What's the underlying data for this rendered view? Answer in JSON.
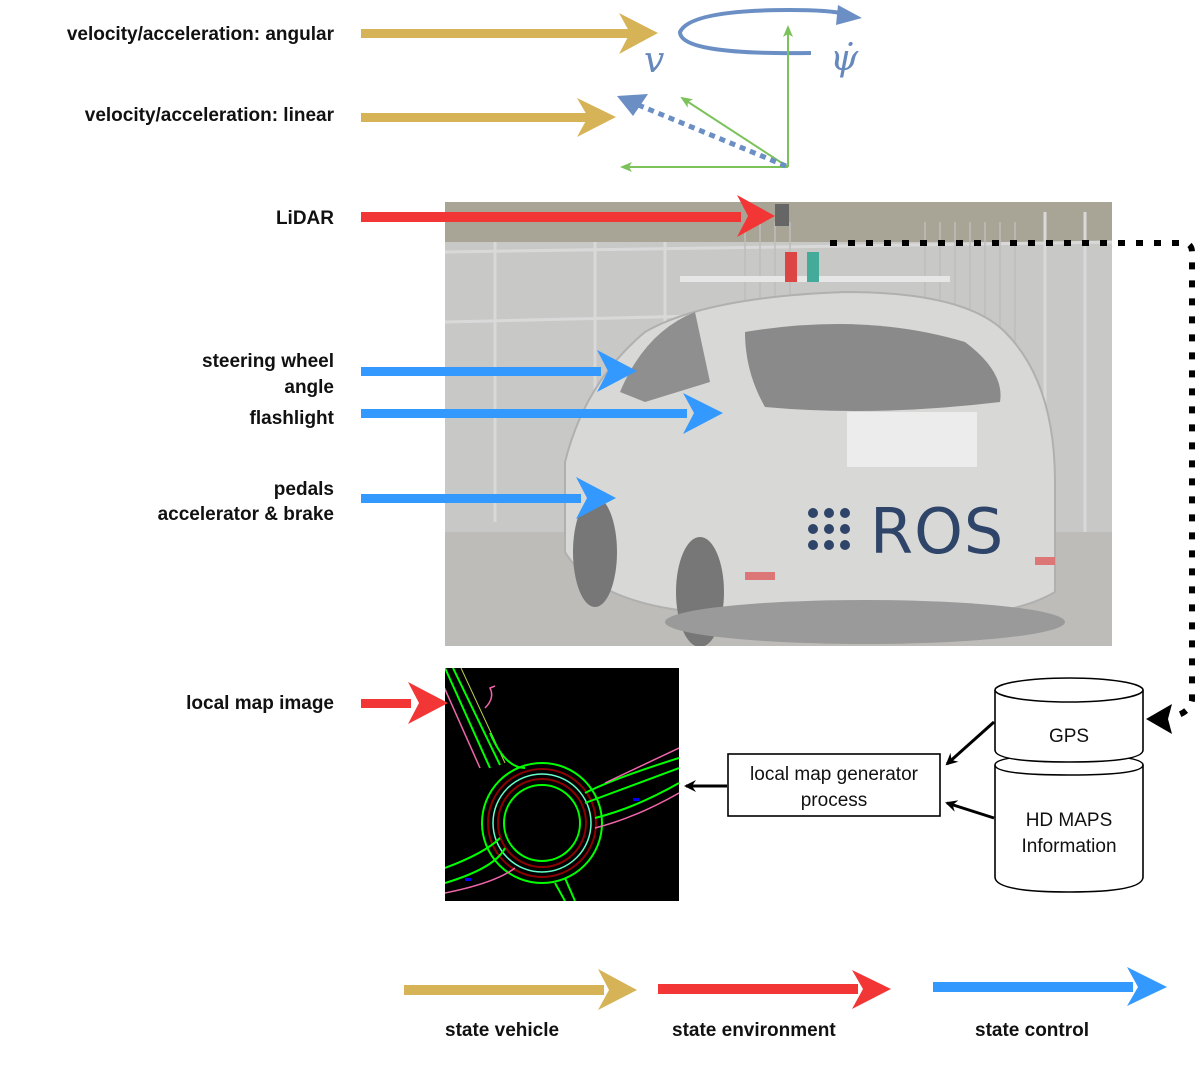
{
  "colors": {
    "state_vehicle": "#d6b356",
    "state_environment": "#f23535",
    "state_control": "#3399ff",
    "motion_vectors": "#6b8fc4",
    "axes": "#7cc25a",
    "ros_logo": "#2e4468"
  },
  "inputs": {
    "angular": "velocity/acceleration: angular",
    "linear": "velocity/acceleration: linear",
    "lidar": "LiDAR",
    "steering_line1": "steering wheel",
    "steering_line2": "angle",
    "flashlight": "flashlight",
    "pedals_line1": "pedals",
    "pedals_line2": "accelerator & brake",
    "local_map": "local map image"
  },
  "symbols": {
    "velocity": "v",
    "yaw_rate": "ψ̇"
  },
  "vehicle_photo": {
    "logo_text": "ROS"
  },
  "process": {
    "generator_line1": "local map generator",
    "generator_line2": "process"
  },
  "database": {
    "gps": "GPS",
    "hdmaps_line1": "HD MAPS",
    "hdmaps_line2": "Information"
  },
  "legend": [
    {
      "label": "state vehicle",
      "color": "#d6b356"
    },
    {
      "label": "state environment",
      "color": "#f23535"
    },
    {
      "label": "state control",
      "color": "#3399ff"
    }
  ]
}
